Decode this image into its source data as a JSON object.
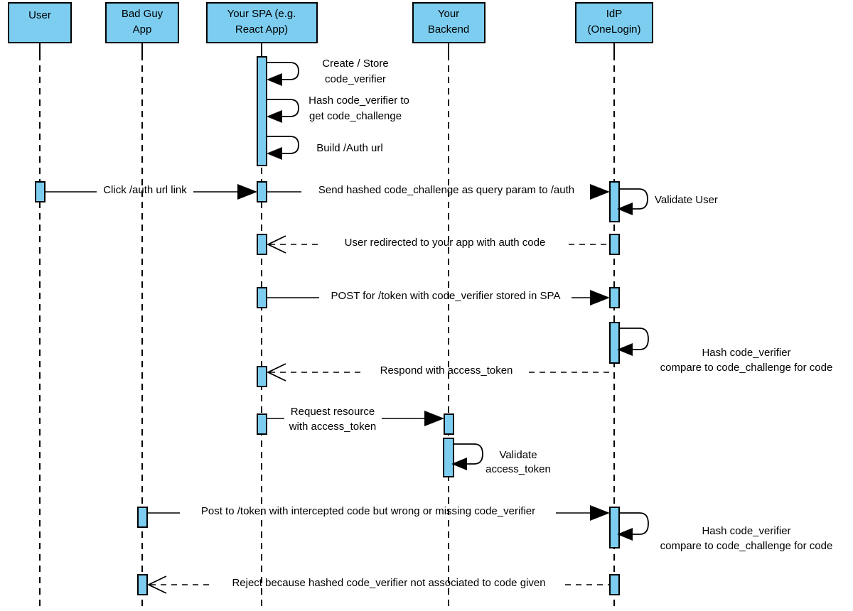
{
  "diagram": {
    "title": "OAuth 2.0 PKCE Authorization Code Flow",
    "type": "uml-sequence-diagram",
    "colors": {
      "actor_fill": "#7ccdef",
      "activation_fill": "#7ccdef",
      "stroke": "#000000",
      "background": "#ffffff"
    }
  },
  "actors": [
    {
      "id": "user",
      "label_line1": "User",
      "label_line2": ""
    },
    {
      "id": "badguy",
      "label_line1": "Bad Guy",
      "label_line2": "App"
    },
    {
      "id": "spa",
      "label_line1": "Your SPA (e.g.",
      "label_line2": "React App)"
    },
    {
      "id": "backend",
      "label_line1": "Your",
      "label_line2": "Backend"
    },
    {
      "id": "idp",
      "label_line1": "IdP",
      "label_line2": "(OneLogin)"
    }
  ],
  "self_messages": [
    {
      "id": "sm1",
      "actor": "spa",
      "line1": "Create / Store",
      "line2": "code_verifier"
    },
    {
      "id": "sm2",
      "actor": "spa",
      "line1": "Hash code_verifier to",
      "line2": "get code_challenge"
    },
    {
      "id": "sm3",
      "actor": "spa",
      "line1": "Build /Auth url",
      "line2": ""
    },
    {
      "id": "sm4",
      "actor": "idp",
      "line1": "Validate User",
      "line2": ""
    },
    {
      "id": "sm5",
      "actor": "idp",
      "line1": "Hash code_verifier",
      "line2": "compare to code_challenge for code"
    },
    {
      "id": "sm6",
      "actor": "backend",
      "line1": "Validate",
      "line2": "access_token"
    },
    {
      "id": "sm7",
      "actor": "idp",
      "line1": "Hash code_verifier",
      "line2": "compare to code_challenge for code"
    }
  ],
  "messages": [
    {
      "id": "m1",
      "from": "user",
      "to": "spa",
      "style": "solid",
      "arrow": "filled",
      "line1": "Click /auth url link",
      "line2": ""
    },
    {
      "id": "m2",
      "from": "spa",
      "to": "idp",
      "style": "solid",
      "arrow": "filled",
      "line1": "Send hashed code_challenge as query param to /auth",
      "line2": ""
    },
    {
      "id": "m3",
      "from": "idp",
      "to": "spa",
      "style": "dashed",
      "arrow": "open",
      "line1": "User redirected to your app with auth code",
      "line2": ""
    },
    {
      "id": "m4",
      "from": "spa",
      "to": "idp",
      "style": "solid",
      "arrow": "filled",
      "line1": "POST for /token with code_verifier stored in SPA",
      "line2": ""
    },
    {
      "id": "m5",
      "from": "idp",
      "to": "spa",
      "style": "dashed",
      "arrow": "open",
      "line1": "Respond with access_token",
      "line2": ""
    },
    {
      "id": "m6",
      "from": "spa",
      "to": "backend",
      "style": "solid",
      "arrow": "filled",
      "line1": "Request resource",
      "line2": "with access_token"
    },
    {
      "id": "m7",
      "from": "badguy",
      "to": "idp",
      "style": "solid",
      "arrow": "filled",
      "line1": "Post to /token with intercepted code but wrong or missing code_verifier",
      "line2": ""
    },
    {
      "id": "m8",
      "from": "idp",
      "to": "badguy",
      "style": "dashed",
      "arrow": "open",
      "line1": "Reject because hashed code_verifier not associated to code given",
      "line2": ""
    }
  ]
}
